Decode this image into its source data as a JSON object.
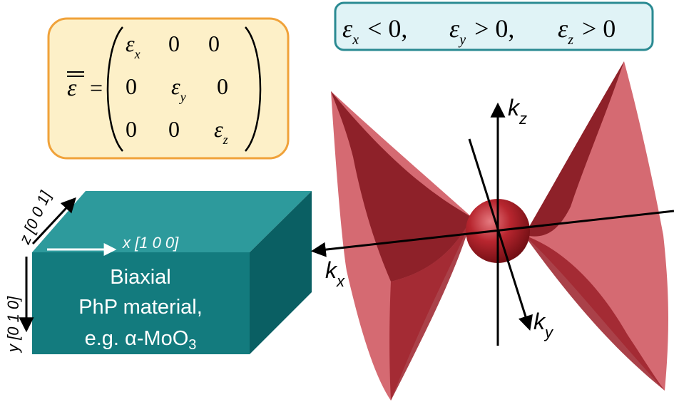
{
  "permittivity_tensor": {
    "symbol": "ε",
    "equals": "=",
    "rows": [
      [
        {
          "base": "ε",
          "sub": "x"
        },
        {
          "base": "0"
        },
        {
          "base": "0"
        }
      ],
      [
        {
          "base": "0"
        },
        {
          "base": "ε",
          "sub": "y"
        },
        {
          "base": "0"
        }
      ],
      [
        {
          "base": "0"
        },
        {
          "base": "0"
        },
        {
          "base": "ε",
          "sub": "z"
        }
      ]
    ]
  },
  "condition": {
    "terms": [
      {
        "base": "ε",
        "sub": "x",
        "relation": "< 0,"
      },
      {
        "base": "ε",
        "sub": "y",
        "relation": "> 0,"
      },
      {
        "base": "ε",
        "sub": "z",
        "relation": "> 0"
      }
    ]
  },
  "crystal": {
    "axis_x": "x [1 0 0]",
    "axis_y": "y [0 1 0]",
    "axis_z": "z [0 0 1]",
    "line1": "Biaxial",
    "line2": "PhP material,",
    "line3_prefix": "e.g. α-MoO",
    "line3_sub": "3"
  },
  "isofrequency": {
    "kx": {
      "base": "k",
      "sub": "x"
    },
    "ky": {
      "base": "k",
      "sub": "y"
    },
    "kz": {
      "base": "k",
      "sub": "z"
    }
  },
  "colors": {
    "tensor_box_fill": "#fdf0c8",
    "tensor_box_border": "#f0a23a",
    "condition_box_fill": "#e0f3f6",
    "condition_box_border": "#2a8a92",
    "crystal_top": "#2d9a9c",
    "crystal_front": "#137b7e",
    "crystal_side": "#0a5f63",
    "surface_red": "#b52a33",
    "surface_dark": "#7a1218"
  }
}
